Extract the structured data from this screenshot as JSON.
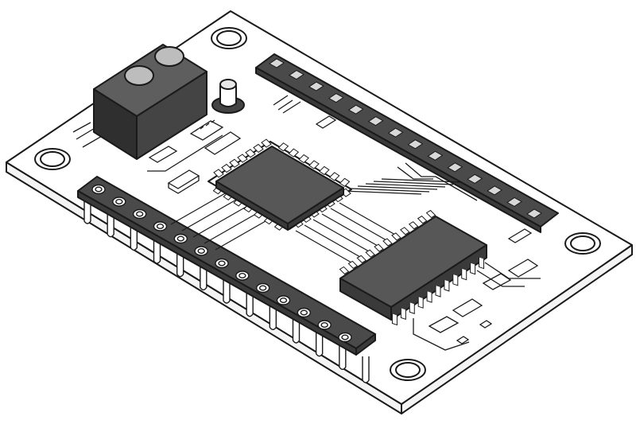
{
  "figure": {
    "subject": "isometric-pcb-module",
    "components": {
      "terminal_block": {
        "screws": 2
      },
      "header_strip_left": {
        "pins": 13
      },
      "header_strip_right": {
        "pads": 14
      },
      "mounting_holes": 4,
      "qfp_chip": {
        "leads_per_side": 7
      },
      "dip_chip": {
        "leads_per_side": 11
      }
    },
    "colors": {
      "board": "#ffffff",
      "chip": "#575757",
      "header": "#4a4a4a",
      "outline": "#1a1a1a"
    }
  }
}
